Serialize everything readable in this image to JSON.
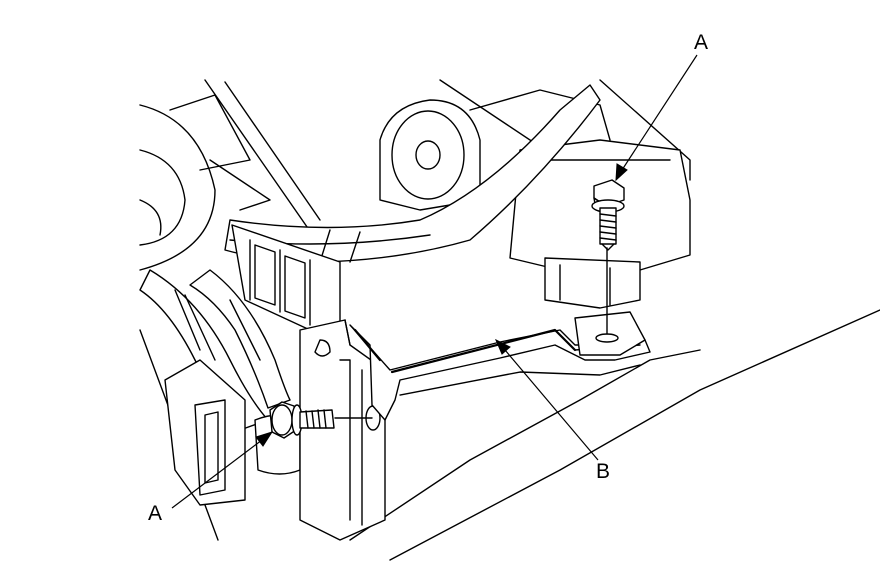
{
  "callouts": {
    "bolt_top": {
      "label": "A"
    },
    "bolt_left": {
      "label": "A"
    },
    "bracket": {
      "label": "B"
    }
  }
}
